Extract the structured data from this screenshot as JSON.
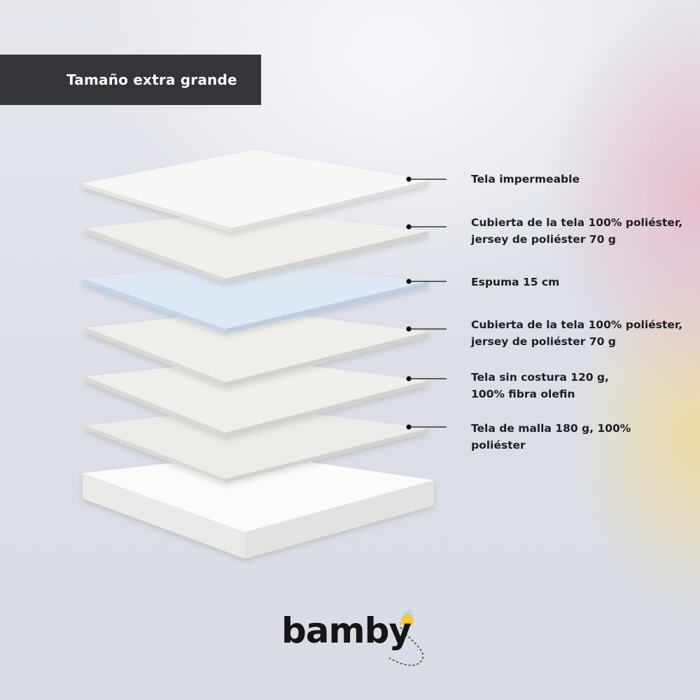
{
  "header": {
    "title": "Tamaño extra grande"
  },
  "layers": [
    {
      "label": "Tela impermeable",
      "color": "#f7f7f5"
    },
    {
      "label": "Cubierta de la tela 100% poliéster,\njersey de poliéster 70 g",
      "color": "#efeeea"
    },
    {
      "label": "Espuma 15 cm",
      "color": "#dce9f5"
    },
    {
      "label": "Cubierta de la tela 100% poliéster,\njersey de poliéster 70 g",
      "color": "#efeeea"
    },
    {
      "label": "Tela sin costura 120 g,\n100% fibra olefin",
      "color": "#efeeea"
    },
    {
      "label": "Tela de malla 180 g, 100%\npoliéster",
      "color": "#ecebe8"
    }
  ],
  "brand": {
    "name": "bamby",
    "accent": "#f4c842"
  }
}
